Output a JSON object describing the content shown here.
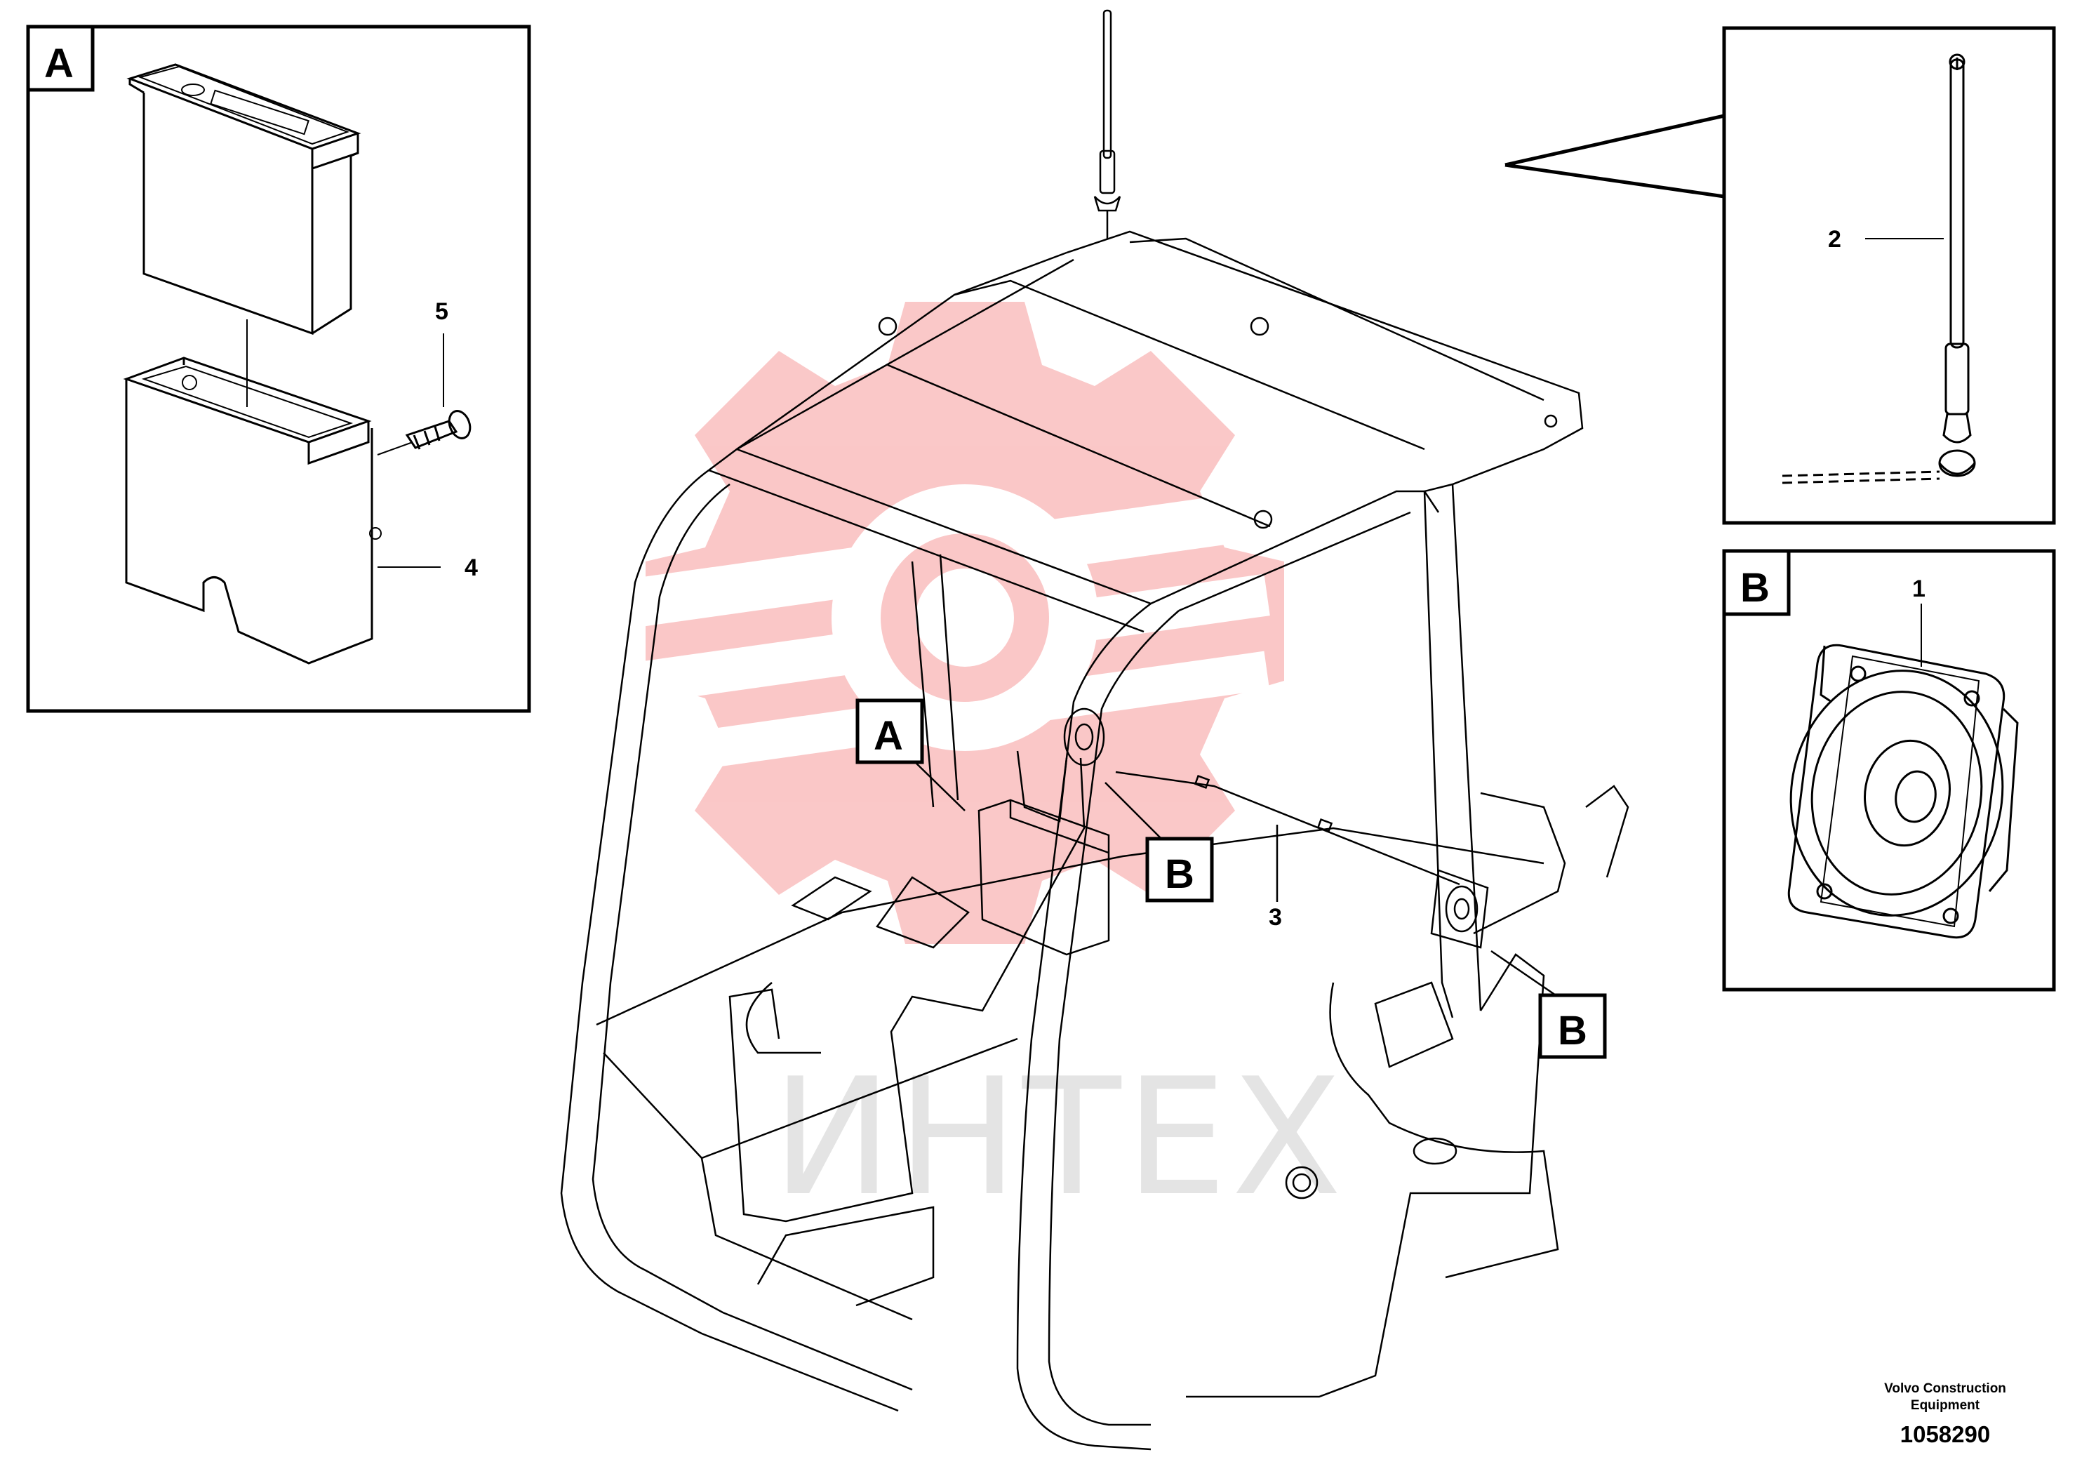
{
  "labels": {
    "box_a": "A",
    "box_b": "B",
    "callout_a": "A",
    "callout_b_mid": "B",
    "callout_b_right": "B"
  },
  "parts": {
    "p1": "1",
    "p2": "2",
    "p3": "3",
    "p4": "4",
    "p5": "5"
  },
  "watermark": "ИНТЕХ",
  "footer": {
    "brand_line1": "Volvo Construction",
    "brand_line2": "Equipment",
    "drawing_number": "1058290"
  },
  "colors": {
    "line": "#000000",
    "watermark_logo": "#f28b8b"
  },
  "icons": [
    "gear-logo-watermark"
  ]
}
